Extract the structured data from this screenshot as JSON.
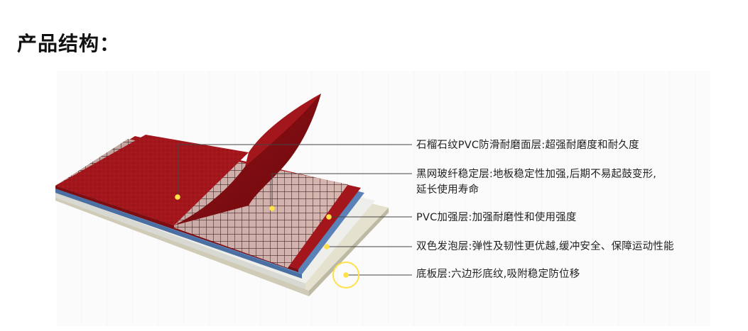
{
  "header": {
    "title": "产品结构："
  },
  "layers": [
    {
      "id": "top",
      "label": "石榴石纹PVC防滑耐磨面层:超强耐磨度和耐久度",
      "lines": [
        "石榴石纹PVC防滑耐磨面层:超强耐磨度和耐久度"
      ],
      "color": "#a3161b"
    },
    {
      "id": "mesh",
      "label": "黑网玻纤稳定层:地板稳定性加强,后期不易起鼓变形,延长使用寿命",
      "lines": [
        "黑网玻纤稳定层:地板稳定性加强,后期不易起鼓变形,",
        "延长使用寿命"
      ],
      "color": "#caa6a0"
    },
    {
      "id": "pvc",
      "label": "PVC加强层:加强耐磨性和使用强度",
      "lines": [
        "PVC加强层:加强耐磨性和使用强度"
      ],
      "color": "#a3161b"
    },
    {
      "id": "foam",
      "label": "双色发泡层:弹性及韧性更优越,缓冲安全、保障运动性能",
      "lines": [
        "双色发泡层:弹性及韧性更优越,缓冲安全、保障运动性能"
      ],
      "color": "#5b82b8"
    },
    {
      "id": "base",
      "label": "底板层:六边形底纹,吸附稳定防位移",
      "lines": [
        "底板层:六边形底纹,吸附稳定防位移"
      ],
      "color": "#e4e1cf"
    }
  ],
  "colors": {
    "marker": "#ffe14a",
    "leader": "#444444"
  }
}
